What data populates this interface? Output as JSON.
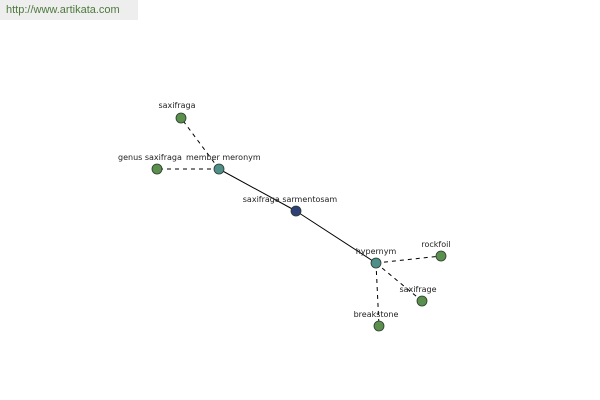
{
  "header": {
    "url_text": "http://www.artikata.com"
  },
  "graph": {
    "colors": {
      "leaf_node": "#5a8f4e",
      "relation_node": "#4f8f8a",
      "center_node": "#2f3f78",
      "node_stroke": "#2b3a2b",
      "edge": "#000000"
    },
    "nodes": [
      {
        "id": "saxifraga",
        "label": "saxifraga",
        "kind": "leaf"
      },
      {
        "id": "genus-saxifraga",
        "label": "genus saxifraga",
        "kind": "leaf"
      },
      {
        "id": "member-meronym",
        "label": "member meronym",
        "kind": "relation"
      },
      {
        "id": "center",
        "label": "saxifraga sarmentosam",
        "kind": "center"
      },
      {
        "id": "hypernym",
        "label": "hypernym",
        "kind": "relation"
      },
      {
        "id": "rockfoil",
        "label": "rockfoil",
        "kind": "leaf"
      },
      {
        "id": "saxifrage",
        "label": "saxifrage",
        "kind": "leaf"
      },
      {
        "id": "breakstone",
        "label": "breakstone",
        "kind": "leaf"
      }
    ],
    "edges": [
      {
        "from": "center",
        "to": "member-meronym",
        "style": "solid"
      },
      {
        "from": "center",
        "to": "hypernym",
        "style": "solid"
      },
      {
        "from": "member-meronym",
        "to": "saxifraga",
        "style": "dashed"
      },
      {
        "from": "member-meronym",
        "to": "genus-saxifraga",
        "style": "dashed"
      },
      {
        "from": "hypernym",
        "to": "rockfoil",
        "style": "dashed"
      },
      {
        "from": "hypernym",
        "to": "saxifrage",
        "style": "dashed"
      },
      {
        "from": "hypernym",
        "to": "breakstone",
        "style": "dashed"
      }
    ]
  }
}
